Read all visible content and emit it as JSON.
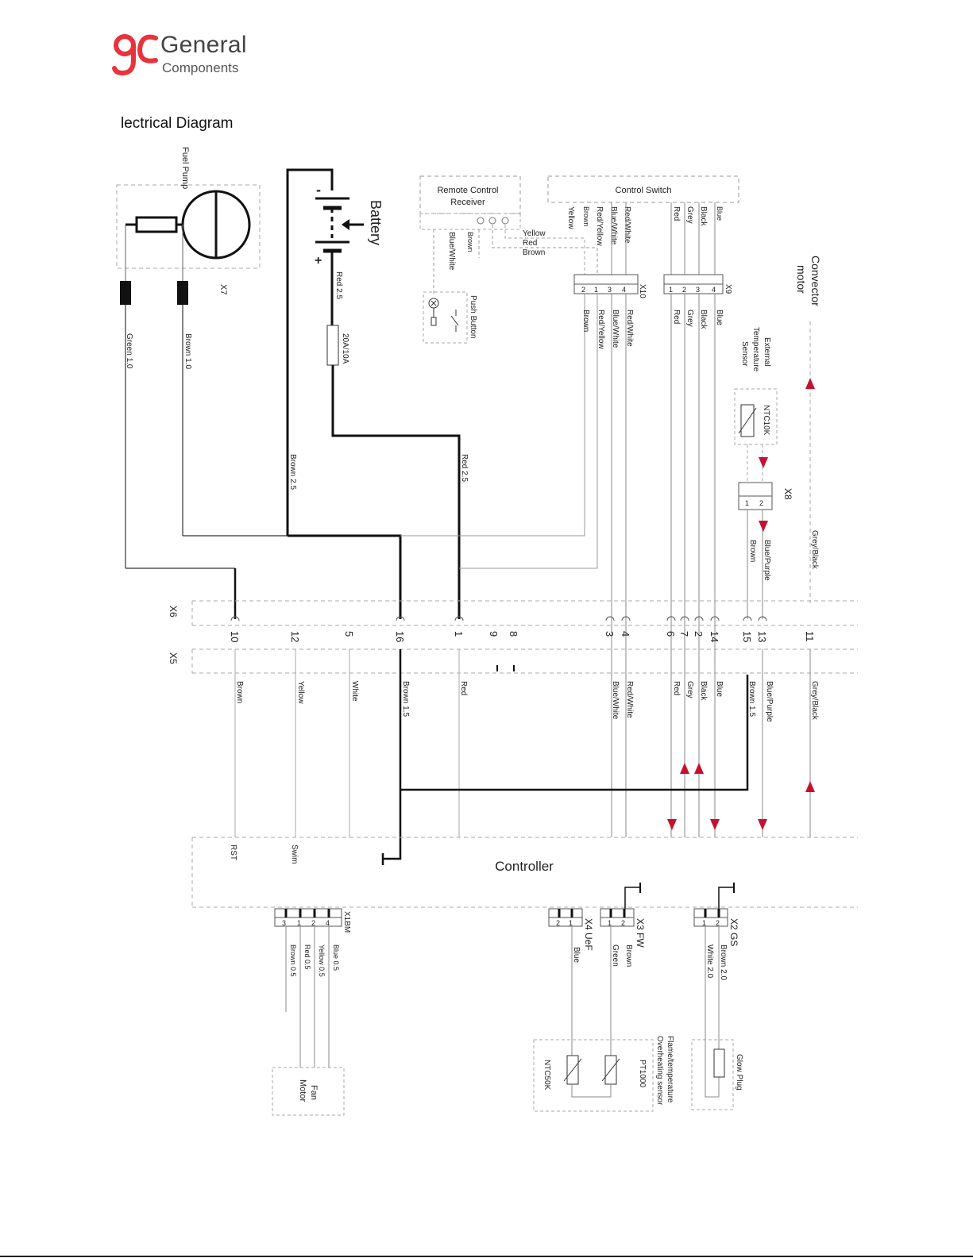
{
  "logo": {
    "line1": "General",
    "line2": "Components",
    "mark_color": "#e8323c"
  },
  "title": "lectrical Diagram",
  "components": {
    "fuel_pump": "Fuel Pump",
    "x7": "X7",
    "battery": "Battery",
    "fuse": "20A/10A",
    "remote": [
      "Remote Control",
      "Receiver"
    ],
    "control_switch": "Control Switch",
    "push_button": "Push Button",
    "x10": "X10",
    "x9": "X9",
    "convector": [
      "Convector",
      "motor"
    ],
    "ext_sensor": [
      "External",
      "Temperature",
      "Sensor"
    ],
    "ntc10k": "NTC10K",
    "x8": "X8",
    "x6": "X6",
    "x5": "X5",
    "controller": "Controller",
    "x1bm": "X1BM",
    "x4": "X4 UeF",
    "x3": "X3 FW",
    "x2": "X2 GS",
    "fan_motor": [
      "Fan",
      "Motor"
    ],
    "flame_sensor": [
      "Flame/temperature",
      "Overheating sensor"
    ],
    "pt1000": "PT1000",
    "ntc50k": "NTC50K",
    "glow_plug": "Glow Plug"
  },
  "wires": {
    "green10": "Green 1.0",
    "brown10": "Brown 1.0",
    "brown25": "Brown 2.5",
    "red25_top": "Red 2.5",
    "red25": "Red 2.5",
    "blue_white": "Blue/White",
    "brown": "Brown",
    "yrb": [
      "Yellow",
      "Red",
      "Brown"
    ],
    "cs_labels": [
      "Yellow",
      "Brown",
      "Red/Yellow",
      "Blue/White",
      "Red/White"
    ],
    "cs_right": [
      "Red",
      "Grey",
      "Black",
      "Blue"
    ],
    "x10_below": [
      "Brown",
      "Red/Yellow",
      "Blue/White",
      "Red/White"
    ],
    "x9_below": [
      "Red",
      "Grey",
      "Black",
      "Blue"
    ],
    "x8_below": [
      "Brown",
      "Blue/Purple"
    ],
    "grey_black": "Grey/Black",
    "x5_labels": [
      "Brown",
      "Yellow",
      "White",
      "Brown 1.5",
      "Red",
      "Blue/White",
      "Red/White",
      "Red",
      "Grey",
      "Black",
      "Blue",
      "Brown 1.5",
      "Blue/Purple",
      "Grey/Black"
    ],
    "rst": "RST",
    "swim": "Swim",
    "x1bm_wires": [
      "Brown 0.5",
      "Red 0.5",
      "Yellow 0.5",
      "Blue 0.5"
    ],
    "x4_wire": "Blue",
    "x3_wires": [
      "Green",
      "Brown"
    ],
    "x2_wires": [
      "White 2.0",
      "Brown 2.0"
    ]
  },
  "pins": {
    "main": [
      "10",
      "12",
      "5",
      "16",
      "1",
      "9",
      "8",
      "3",
      "4",
      "6",
      "7",
      "2",
      "14",
      "15",
      "13",
      "11"
    ],
    "x10": [
      "2",
      "1",
      "3",
      "4"
    ],
    "x9": [
      "1",
      "2",
      "3",
      "4"
    ],
    "x8": [
      "1",
      "2"
    ],
    "x1bm": [
      "3",
      "1",
      "2",
      "4"
    ],
    "x4": [
      "2",
      "1"
    ],
    "x3": [
      "1",
      "2"
    ],
    "x2": [
      "1",
      "2"
    ]
  },
  "colors": {
    "arrow": "#c8102e",
    "wire_thick": "#111111",
    "wire_thin": "#777777",
    "dash": "#999999"
  }
}
